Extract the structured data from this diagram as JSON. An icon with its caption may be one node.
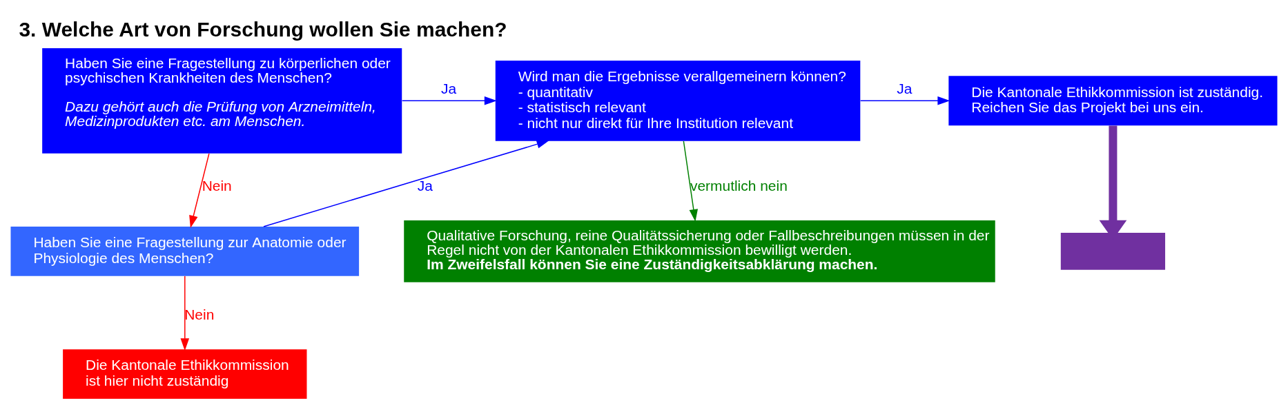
{
  "diagram": {
    "title": "3. Welche Art von Forschung wollen Sie machen?",
    "nodes": [
      {
        "text": [
          "Haben Sie eine Fragestellung zu körperlichen oder psychischen Krankheiten des Menschen?",
          "Dazu gehört auch die Prüfung von Arzneimitteln, Medizinprodukten etc. am Menschen."
        ]
      },
      {
        "text": [
          "Haben Sie eine Fragestellung zur Anatomie oder Physiologie des Menschen?"
        ]
      },
      {
        "text": [
          "Die Kantonale Ethikkommission ist hier nicht zuständig"
        ]
      },
      {
        "text": [
          "Wird man die Ergebnisse verallgemeinern können?",
          "- quantitativ",
          "- statistisch relevant",
          "- nicht nur direkt für Ihre Institution relevant"
        ]
      },
      {
        "text": [
          "Die Kantonale Ethikkommission ist zuständig.",
          "Reichen Sie das Projekt bei uns ein."
        ]
      },
      {
        "text": [],
        "shape": "box"
      },
      {
        "text": [
          "Qualitative Forschung, reine Qualitätssicherung oder Fallbeschreibungen müssen in der Regel nicht von der Kantonalen Ethikkommission bewilligt werden.",
          "Im Zweifelsfall können Sie eine Zuständigkeitsabklärung machen."
        ]
      }
    ],
    "edges": [
      {
        "from": 0,
        "to": 3,
        "arrow": "to",
        "label": "Ja"
      },
      {
        "from": 0,
        "to": 1,
        "arrow": "to",
        "label": "Nein",
        "color": "#ff0000"
      },
      {
        "from": 1,
        "to": 3,
        "arrow": "to",
        "label": "Ja"
      },
      {
        "from": 1,
        "to": 2,
        "arrow": "to",
        "label": "Nein",
        "color": "#ff0000"
      },
      {
        "from": 3,
        "to": 4,
        "arrow": "to",
        "label": "Ja"
      },
      {
        "from": 3,
        "to": 6,
        "arrow": "to",
        "label": "vermutlich nein",
        "color": "#008000"
      },
      {
        "from": 4,
        "to": 5,
        "arrow": "to",
        "style": "thick",
        "color": "#7030a0"
      }
    ]
  }
}
